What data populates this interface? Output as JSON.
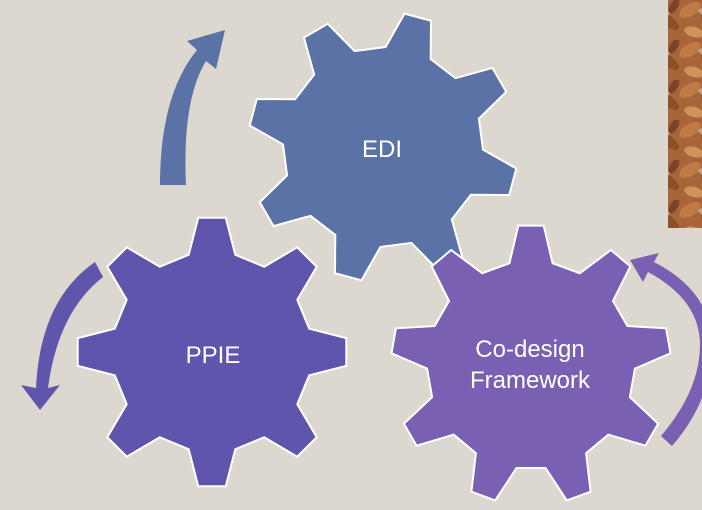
{
  "diagram": {
    "gears": [
      {
        "id": "edi",
        "lines": [
          "EDI"
        ],
        "color": "#5a72a6"
      },
      {
        "id": "ppie",
        "lines": [
          "PPIE"
        ],
        "color": "#5f55ad"
      },
      {
        "id": "codesign",
        "lines": [
          "Co-design",
          "Framework"
        ],
        "color": "#7960b2"
      }
    ],
    "arrows": [
      {
        "id": "edi-cycle",
        "color": "#5a72a6"
      },
      {
        "id": "ppie-cycle",
        "color": "#5f55ad"
      },
      {
        "id": "codesign-cycle",
        "color": "#7960b2"
      }
    ]
  },
  "decorations": {
    "photo": "autumn-leaves-photo"
  }
}
